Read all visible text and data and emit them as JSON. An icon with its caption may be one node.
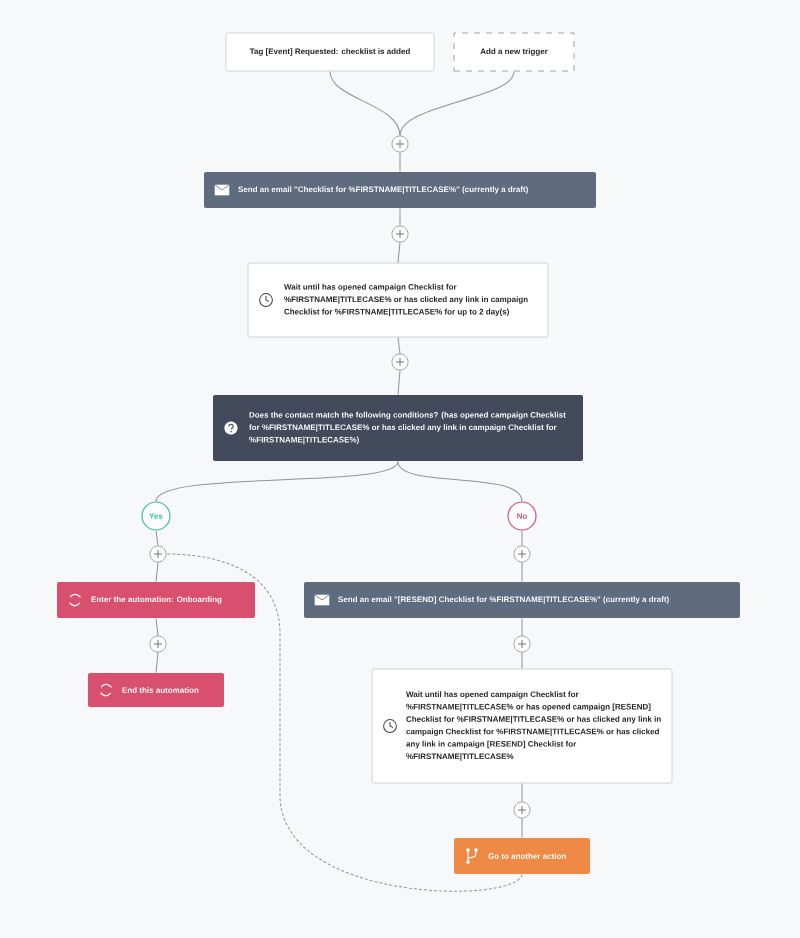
{
  "diagram": {
    "nodes": [
      {
        "text": [
          "Tag [Event] Requested: checklist is added"
        ]
      },
      {
        "text": [
          "Add a new trigger"
        ]
      },
      {
        "text": [],
        "shape": "circle"
      },
      {
        "text": [
          "Send an email \"Checklist for %FIRSTNAME|TITLECASE%\" (currently a draft)"
        ]
      },
      {
        "text": [],
        "shape": "circle"
      },
      {
        "text": [
          "Wait until has opened campaign Checklist for %FIRSTNAME|TITLECASE% or has clicked any link in campaign Checklist for %FIRSTNAME|TITLECASE% for up to 2 day(s)"
        ]
      },
      {
        "text": [],
        "shape": "circle"
      },
      {
        "text": [
          "Does the contact match the following conditions? (has opened campaign Checklist for %FIRSTNAME|TITLECASE% or has clicked any link in campaign Checklist for %FIRSTNAME|TITLECASE%)"
        ]
      },
      {
        "text": [
          "Yes"
        ]
      },
      {
        "text": [
          "No"
        ]
      },
      {
        "text": [],
        "shape": "circle"
      },
      {
        "text": [],
        "shape": "circle"
      },
      {
        "text": [
          "Enter the automation: Onboarding"
        ]
      },
      {
        "text": [
          "Send an email \"[RESEND] Checklist for %FIRSTNAME|TITLECASE%\" (currently a draft)"
        ]
      },
      {
        "text": [],
        "shape": "circle"
      },
      {
        "text": [],
        "shape": "circle"
      },
      {
        "text": [
          "End this automation"
        ]
      },
      {
        "text": [
          "Wait until has opened campaign Checklist for %FIRSTNAME|TITLECASE% or has opened campaign [RESEND] Checklist for %FIRSTNAME|TITLECASE% or has clicked any link in campaign Checklist for %FIRSTNAME|TITLECASE% or has clicked any link in campaign [RESEND] Checklist for %FIRSTNAME|TITLECASE%"
        ]
      },
      {
        "text": [],
        "shape": "circle"
      },
      {
        "text": [
          "Go to another action"
        ]
      }
    ],
    "edges": [
      {
        "from": 0,
        "to": 2,
        "arrow": "none"
      },
      {
        "from": 1,
        "to": 2,
        "arrow": "none"
      },
      {
        "from": 2,
        "to": 3,
        "arrow": "none"
      },
      {
        "from": 3,
        "to": 4,
        "arrow": "none"
      },
      {
        "from": 4,
        "to": 5,
        "arrow": "none"
      },
      {
        "from": 5,
        "to": 6,
        "arrow": "none"
      },
      {
        "from": 6,
        "to": 7,
        "arrow": "none"
      },
      {
        "from": 7,
        "to": 8,
        "arrow": "none"
      },
      {
        "from": 7,
        "to": 9,
        "arrow": "none"
      },
      {
        "from": 8,
        "to": 10,
        "arrow": "none"
      },
      {
        "from": 10,
        "to": 12,
        "arrow": "none"
      },
      {
        "from": 12,
        "to": 14,
        "arrow": "none"
      },
      {
        "from": 14,
        "to": 16,
        "arrow": "none"
      },
      {
        "from": 9,
        "to": 11,
        "arrow": "none"
      },
      {
        "from": 11,
        "to": 13,
        "arrow": "none"
      },
      {
        "from": 13,
        "to": 15,
        "arrow": "none"
      },
      {
        "from": 15,
        "to": 17,
        "arrow": "none"
      },
      {
        "from": 17,
        "to": 18,
        "arrow": "none"
      },
      {
        "from": 18,
        "to": 19,
        "arrow": "none"
      },
      {
        "from": 19,
        "to": 10,
        "arrow": "none",
        "style": "dashed"
      }
    ]
  }
}
